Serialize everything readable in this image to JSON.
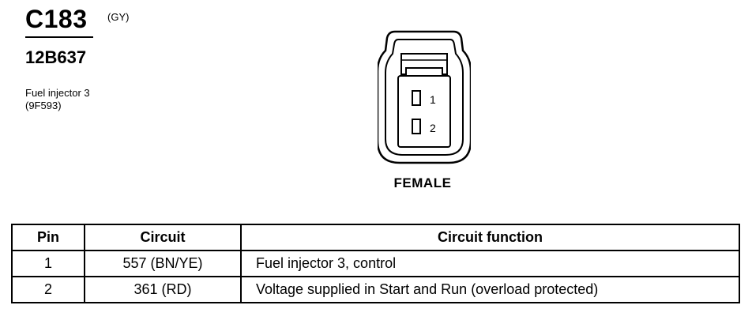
{
  "header": {
    "connector_id": "C183",
    "color_code": "(GY)",
    "part_number": "12B637",
    "description_line1": "Fuel injector 3",
    "description_line2": "(9F593)"
  },
  "connector": {
    "gender": "FEMALE",
    "pins": [
      {
        "label": "1"
      },
      {
        "label": "2"
      }
    ]
  },
  "table": {
    "headers": {
      "pin": "Pin",
      "circuit": "Circuit",
      "function": "Circuit function"
    },
    "rows": [
      {
        "pin": "1",
        "circuit": "557 (BN/YE)",
        "function": "Fuel injector 3, control"
      },
      {
        "pin": "2",
        "circuit": "361 (RD)",
        "function": "Voltage supplied in Start and Run (overload protected)"
      }
    ]
  }
}
